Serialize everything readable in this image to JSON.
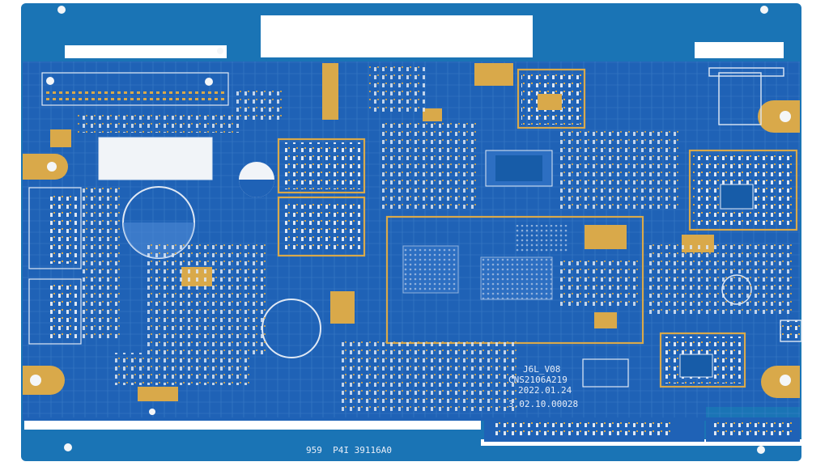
{
  "board": {
    "silkscreen": {
      "model": "J6L_V08",
      "part_number": "CNS2106A219",
      "date": "2022.01.24",
      "version": "3.02.10.00028",
      "panel_code": "959  P4I 39116A0"
    }
  },
  "colors": {
    "substrate": "#1a74b5",
    "board_mask": "#1f62b6",
    "copper_pad": "#d9a94a",
    "silkscreen": "#e8eef8",
    "hole": "#f4f6f8",
    "background": "#ffffff"
  }
}
